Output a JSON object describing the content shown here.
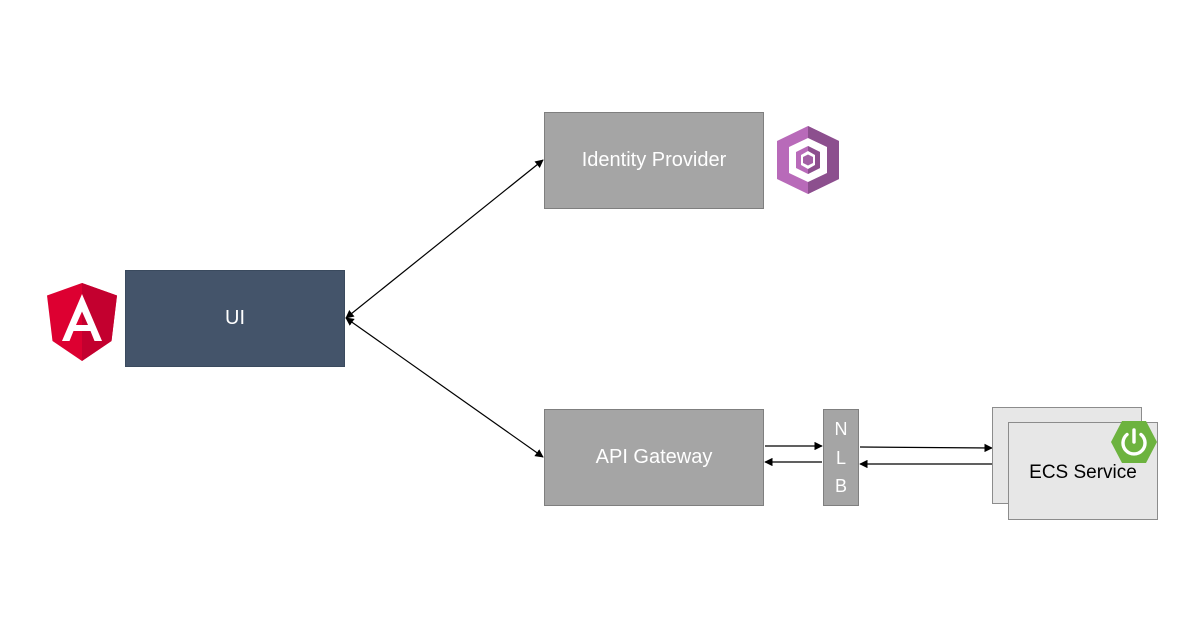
{
  "diagram": {
    "nodes": {
      "ui": {
        "label": "UI",
        "icon": "angular-icon"
      },
      "identity_provider": {
        "label": "Identity Provider",
        "icon": "aws-cognito-icon"
      },
      "api_gateway": {
        "label": "API Gateway"
      },
      "nlb": {
        "letters": [
          "N",
          "L",
          "B"
        ]
      },
      "ecs_service": {
        "label": "ECS Service",
        "icon": "spring-boot-icon"
      }
    },
    "edges": [
      {
        "from": "ui",
        "to": "identity_provider",
        "direction": "bidirectional"
      },
      {
        "from": "ui",
        "to": "api_gateway",
        "direction": "bidirectional"
      },
      {
        "from": "api_gateway",
        "to": "nlb",
        "direction": "forward"
      },
      {
        "from": "nlb",
        "to": "api_gateway",
        "direction": "forward"
      },
      {
        "from": "nlb",
        "to": "ecs_service",
        "direction": "forward"
      },
      {
        "from": "ecs_service",
        "to": "nlb",
        "direction": "forward"
      }
    ],
    "colors": {
      "ui_fill": "#44546a",
      "service_fill": "#a5a5a5",
      "ecs_fill": "#e7e7e7",
      "angular_red": "#dd0031",
      "cognito_purple": "#8c4f8e",
      "spring_green": "#6db33f"
    }
  }
}
